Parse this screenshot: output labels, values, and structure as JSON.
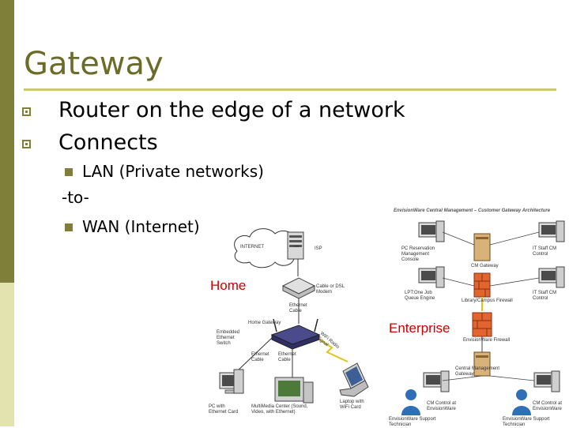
{
  "slide": {
    "title": "Gateway",
    "bullets": [
      "Router on the edge of a network",
      "Connects"
    ],
    "sub_lan": "LAN (Private networks)",
    "to": "-to-",
    "sub_wan": "WAN (Internet)"
  },
  "home": {
    "label": "Home",
    "internet": "INTERNET",
    "isp": "ISP",
    "modem": "Cable or DSL Modem",
    "ethernet_cable_top": "Ethernet Cable",
    "gateway": "Home Gateway",
    "switch": "Embedded Ethernet Switch",
    "cable_left": "Ethernet Cable",
    "cable_mid": "Ethernet Cable",
    "wifi": "WiFi Radio Signal",
    "pc": "PC with Ethernet Card",
    "media": "MultiMedia Center (Sound, Video, with Ethernet)",
    "laptop": "Laptop with WiFi Card"
  },
  "enterprise": {
    "label": "Enterprise",
    "heading": "EnvisionWare Central Management – Customer Gateway Architecture",
    "mgmt_console": "PC Reservation Management Console",
    "job_queue": "LPT:One Job Queue Engine",
    "cm_gateway": "CM Gateway",
    "library_firewall": "Library/Campus Firewall",
    "envisionware_firewall": "EnvisionWare Firewall",
    "cm_gateway_bottom": "Central Management Gateway",
    "it_staff_1": "IT Staff CM Control",
    "it_staff_2": "IT Staff CM Control",
    "cm_control_left": "CM Control at EnvisionWare",
    "cm_control_right": "CM Control at EnvisionWare",
    "support_left": "EnvisionWare Support Technician",
    "support_right": "EnvisionWare Support Technician"
  },
  "colors": {
    "accent": "#7f7f3a",
    "label": "#cc0000",
    "firewall": "#e2652f"
  }
}
